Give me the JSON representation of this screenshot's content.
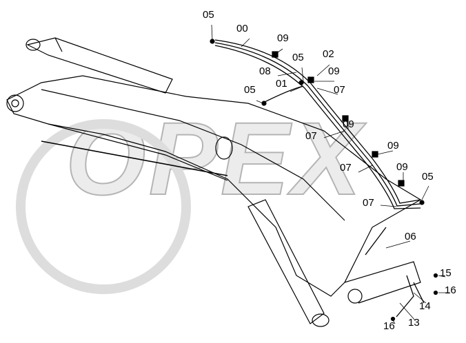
{
  "diagram": {
    "watermark": "OPEX",
    "callouts": [
      {
        "id": "c1",
        "text": "05"
      },
      {
        "id": "c2",
        "text": "00"
      },
      {
        "id": "c3",
        "text": "09"
      },
      {
        "id": "c4",
        "text": "08"
      },
      {
        "id": "c5",
        "text": "05"
      },
      {
        "id": "c6",
        "text": "02"
      },
      {
        "id": "c7",
        "text": "09"
      },
      {
        "id": "c8",
        "text": "05"
      },
      {
        "id": "c9",
        "text": "01"
      },
      {
        "id": "c10",
        "text": "07"
      },
      {
        "id": "c11",
        "text": "09"
      },
      {
        "id": "c12",
        "text": "07"
      },
      {
        "id": "c13",
        "text": "09"
      },
      {
        "id": "c14",
        "text": "07"
      },
      {
        "id": "c15",
        "text": "09"
      },
      {
        "id": "c16",
        "text": "05"
      },
      {
        "id": "c17",
        "text": "07"
      },
      {
        "id": "c18",
        "text": "06"
      },
      {
        "id": "c19",
        "text": "15"
      },
      {
        "id": "c20",
        "text": "16"
      },
      {
        "id": "c21",
        "text": "14"
      },
      {
        "id": "c22",
        "text": "13"
      },
      {
        "id": "c23",
        "text": "16"
      }
    ]
  }
}
